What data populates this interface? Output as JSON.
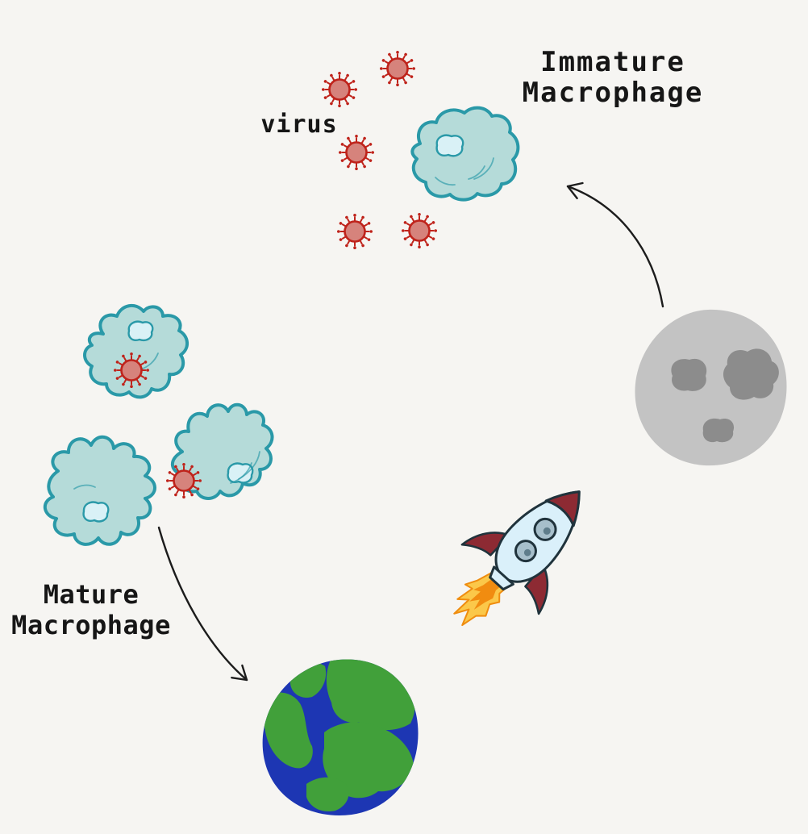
{
  "canvas": {
    "background": "#f6f5f2"
  },
  "labels": {
    "virus": "virus",
    "immature_line1": "Immature",
    "immature_line2": "Macrophage",
    "mature_line1": "Mature",
    "mature_line2": "Macrophage"
  },
  "diagram": {
    "arrows": [
      {
        "from": "moon",
        "to": "immature-macrophage"
      },
      {
        "from": "mature-macrophage",
        "to": "earth"
      }
    ],
    "illustrations": [
      "virus-cluster",
      "immature-macrophage",
      "moon",
      "rocket",
      "earth",
      "mature-macrophages"
    ]
  },
  "colors": {
    "text": "#161616",
    "arrow": "#1c1c1c",
    "virus_fill": "#d6837c",
    "virus_outline": "#bf231b",
    "cell_fill": "#b5dbd9",
    "cell_outline": "#2a99a8",
    "nucleus_fill": "#d9f1f6",
    "moon_fill": "#c3c3c3",
    "moon_crater": "#8c8c8c",
    "earth_water": "#1d36b3",
    "earth_land": "#41a03a",
    "rocket_body": "#daf0fa",
    "rocket_nose": "#8d2a33",
    "rocket_window": "#a7bfcb",
    "rocket_window_dot": "#5f7d8b",
    "rocket_outline": "#20333c",
    "flame_outer": "#fbc84a",
    "flame_outline": "#ef8d10",
    "flame_inner": "#f18c10"
  }
}
